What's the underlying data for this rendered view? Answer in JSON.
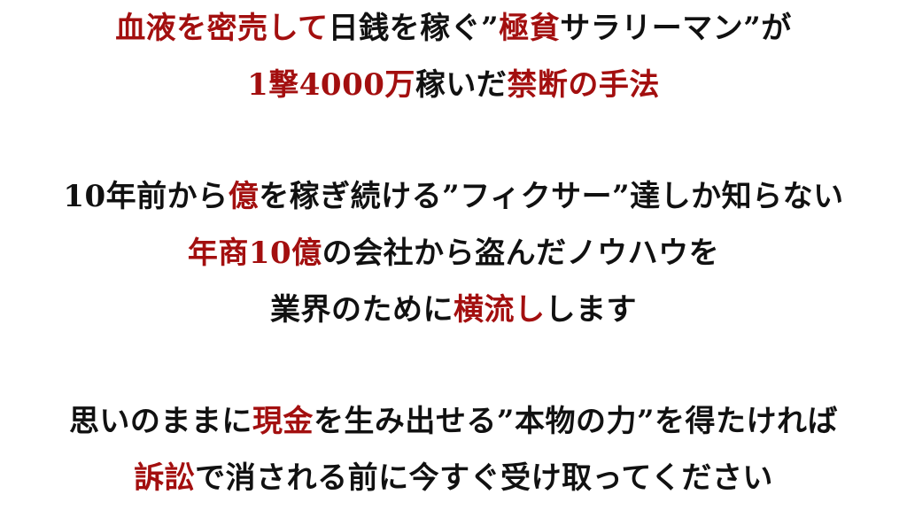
{
  "colors": {
    "accent": "#a30f0f",
    "text": "#111111",
    "background": "#ffffff"
  },
  "lines": [
    [
      {
        "text": "血液を密売して",
        "color": "red"
      },
      {
        "text": "日銭を稼ぐ”",
        "color": "black"
      },
      {
        "text": "極貧",
        "color": "red"
      },
      {
        "text": "サラリーマン”が",
        "color": "black"
      }
    ],
    [
      {
        "text": "1撃4000万",
        "color": "red"
      },
      {
        "text": "稼いだ",
        "color": "black"
      },
      {
        "text": "禁断の手法",
        "color": "red"
      }
    ],
    [
      {
        "text": "10年前から",
        "color": "black"
      },
      {
        "text": "億",
        "color": "red"
      },
      {
        "text": "を稼ぎ続ける”フィクサー”達しか知らない",
        "color": "black"
      }
    ],
    [
      {
        "text": "年商10億",
        "color": "red"
      },
      {
        "text": "の会社から盗んだノウハウを",
        "color": "black"
      }
    ],
    [
      {
        "text": "業界のために",
        "color": "black"
      },
      {
        "text": "横流し",
        "color": "red"
      },
      {
        "text": "します",
        "color": "black"
      }
    ],
    [
      {
        "text": "思いのままに",
        "color": "black"
      },
      {
        "text": "現金",
        "color": "red"
      },
      {
        "text": "を生み出せる”本物の力”を得たければ",
        "color": "black"
      }
    ],
    [
      {
        "text": "訴訟",
        "color": "red"
      },
      {
        "text": "で消される前に今すぐ受け取ってください",
        "color": "black"
      }
    ]
  ]
}
